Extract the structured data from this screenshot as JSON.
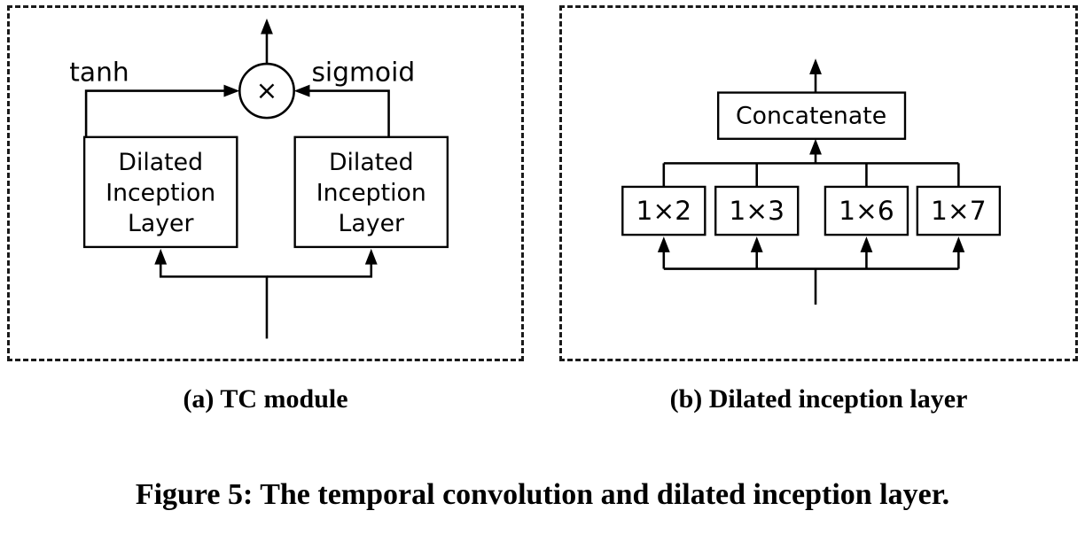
{
  "figure": {
    "caption": "Figure 5: The temporal convolution and dilated inception layer.",
    "background_color": "#ffffff",
    "line_color": "#000000",
    "panel_border_color": "#1a1a1a",
    "panel_border_style": "dashed"
  },
  "panels": [
    {
      "id": "a",
      "subcaption": "(a) TC module",
      "nodes": [
        {
          "id": "dil-left",
          "label": "Dilated\nInception\nLayer",
          "line1": "Dilated",
          "line2": "Inception",
          "line3": "Layer"
        },
        {
          "id": "dil-right",
          "label": "Dilated\nInception\nLayer",
          "line1": "Dilated",
          "line2": "Inception",
          "line3": "Layer"
        }
      ],
      "operator": {
        "id": "multiply",
        "glyph": "×",
        "name": "multiply-operator"
      },
      "edge_labels": {
        "left": "tanh",
        "right": "sigmoid"
      }
    },
    {
      "id": "b",
      "subcaption": "(b) Dilated inception layer",
      "concat": {
        "id": "concatenate",
        "label": "Concatenate"
      },
      "kernels": [
        {
          "id": "k1",
          "label": "1×2"
        },
        {
          "id": "k2",
          "label": "1×3"
        },
        {
          "id": "k3",
          "label": "1×6"
        },
        {
          "id": "k4",
          "label": "1×7"
        }
      ]
    }
  ]
}
